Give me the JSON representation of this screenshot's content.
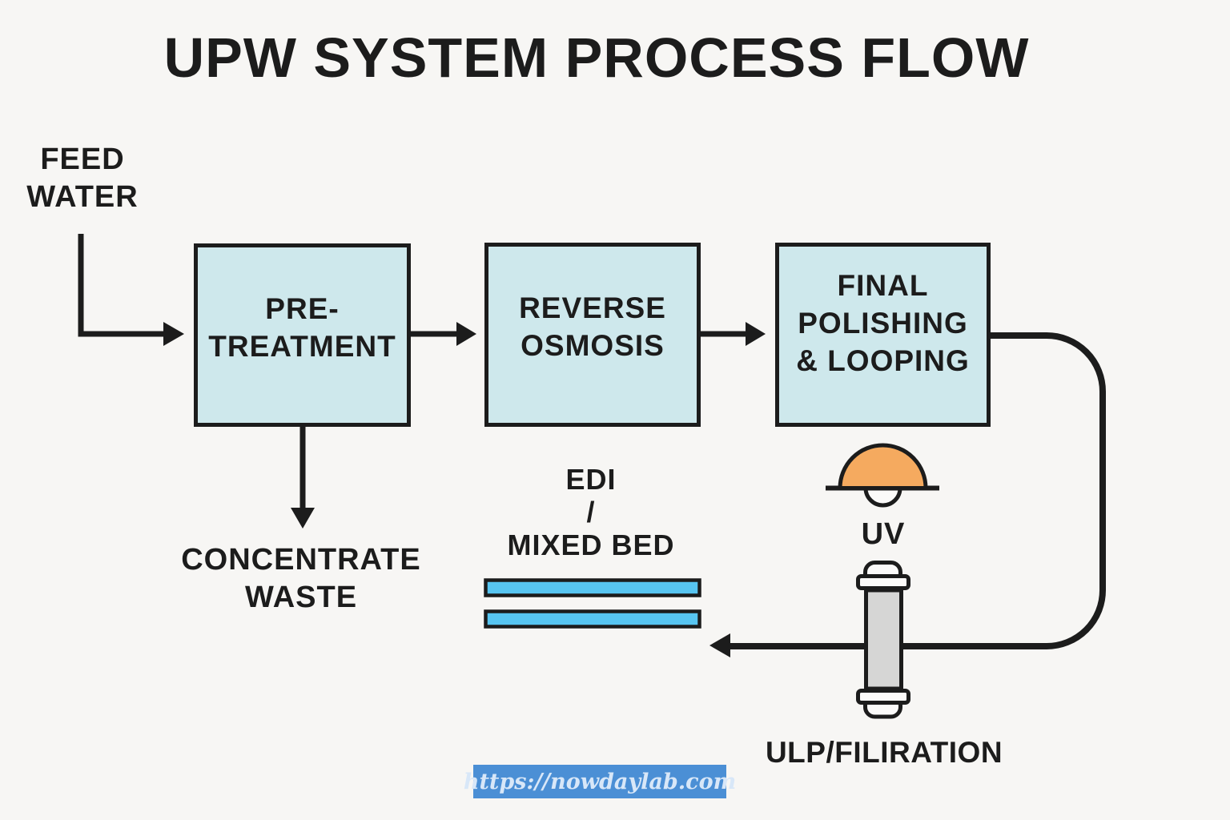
{
  "title": "UPW SYSTEM PROCESS FLOW",
  "feed_water": {
    "lines": [
      "FEED",
      "WATER"
    ]
  },
  "boxes": {
    "pretreatment": {
      "lines": [
        "PRE-",
        "TREATMENT"
      ]
    },
    "reverse_osmosis": {
      "lines": [
        "REVERSE",
        "OSMOSIS"
      ]
    },
    "final_polishing": {
      "lines": [
        "FINAL",
        "POLISHING",
        "& LOOPING"
      ]
    }
  },
  "annotations": {
    "concentrate_waste": {
      "lines": [
        "CONCENTRATE",
        "WASTE"
      ]
    },
    "edi_mixed_bed": {
      "lines": [
        "EDI",
        "/",
        "MIXED BED"
      ]
    },
    "uv": "UV",
    "ulp_filtration": "ULP/FILIRATION"
  },
  "icons": {
    "uv_lamp": "uv-lamp-icon",
    "filter_cartridge": "filter-cartridge-icon",
    "edi_bars": "membrane-bars-icon",
    "flow_arrows": "flow-arrow"
  },
  "watermark": {
    "text": "https://nowdaylab.com"
  },
  "colors": {
    "background": "#f7f6f4",
    "ink": "#1c1c1c",
    "box_fill": "#cee8ec",
    "bar_blue": "#57c5f1",
    "uv_orange": "#f5aa5f",
    "filter_gray": "#d6d6d5",
    "watermark_bg": "#4b8fd5",
    "watermark_text": "#d8e7f8"
  }
}
